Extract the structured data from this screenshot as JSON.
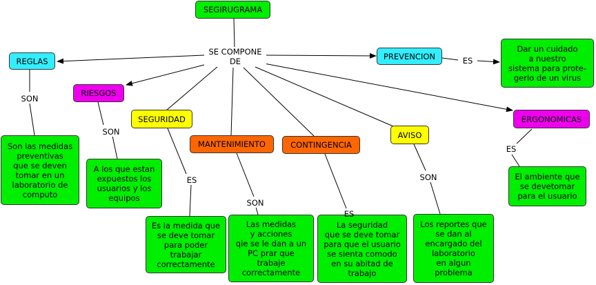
{
  "nodes": {
    "root": "SEGIRUGRAMA",
    "reglas": "REGLAS",
    "riesgos": "RIESGOS",
    "seguridad": "SEGURIDAD",
    "mantenimiento": "MANTENIMIENTO",
    "contingencia": "CONTINGENCIA",
    "aviso": "AVISO",
    "prevencion": "PREVENCION",
    "ergonomicas": "ERGONOMICAS",
    "reglas_def": "Son las medidas\npreventivas\nque se deven\ntomar en un\nlaboratorio de\ncomputo",
    "riesgos_def": "A los que estan\nexpuestos los\nusuarios y los\nequipos",
    "seguridad_def": "Es la medida que\nse deve tomar\npara poder\ntrabajar\ncorrectamente",
    "mantenimiento_def": "Las medidas\ny acciones\nqie se le dan a un\nPC prar que\ntrabaje\ncorrectamente",
    "contingencia_def": "La seguridad\nque se deve tomar\npara que el usuario\nse sienta comodo\nen su abitad de\ntrabajo",
    "aviso_def": "Los reportes que\nse dan al\nencargado del\nlaboratorio\nen algun\nproblema",
    "prevencion_def": "Dar un cuidado\na nuestro\nsistema para prote-\ngerlo de un virus",
    "ergonomicas_def": "El ambiente que\nse devetomar\npara el usuario"
  },
  "links": {
    "compone": "SE COMPONE\nDE",
    "reglas": "SON",
    "riesgos": "SON",
    "seguridad": "ES",
    "mantenimiento": "SON",
    "contingencia": "ES",
    "aviso": "SON",
    "prevencion": "ES",
    "ergonomicas": "ES"
  },
  "colors": {
    "definition": "#00ee00",
    "reglas": "#33eeff",
    "prevencion": "#33eeff",
    "riesgos": "#ee00ee",
    "ergonomicas": "#ee00ee",
    "seguridad": "#ffff00",
    "aviso": "#ffff00",
    "mantenimiento": "#ff6600",
    "contingencia": "#ff6600"
  }
}
